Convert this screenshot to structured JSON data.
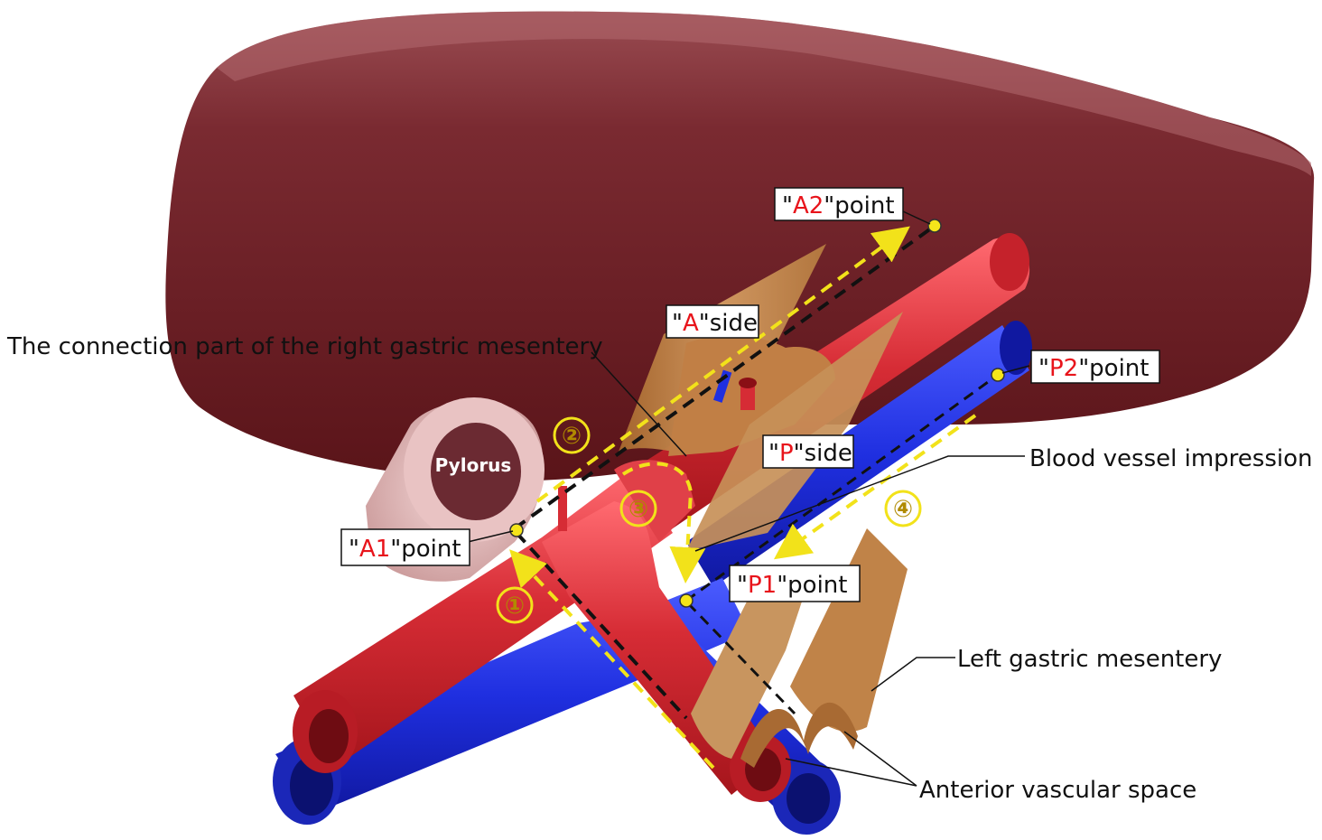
{
  "colors": {
    "liver": "#6f1e26",
    "artery": "#d62c35",
    "vein": "#1f2fe0",
    "mesentery": "#c98b50",
    "path_arrow": "#f2e21a",
    "label_red": "#e8141b"
  },
  "labels": {
    "connection_part": "The connection part of the right gastric mesentery",
    "blood_vessel_impression": "Blood vessel impression",
    "left_gastric_mesentery": "Left gastric mesentery",
    "anterior_vascular_space": "Anterior  vascular space",
    "pylorus": "Pylorus"
  },
  "points": {
    "a2": {
      "code": "A2",
      "suffix": "point"
    },
    "p2": {
      "code": "P2",
      "suffix": "point"
    },
    "a1": {
      "code": "A1",
      "suffix": "point"
    },
    "p1": {
      "code": "P1",
      "suffix": "point"
    }
  },
  "sides": {
    "a": {
      "code": "A",
      "suffix": "side"
    },
    "p": {
      "code": "P",
      "suffix": "side"
    }
  },
  "quote_mark": "\"",
  "steps": [
    "①",
    "②",
    "③",
    "④"
  ]
}
